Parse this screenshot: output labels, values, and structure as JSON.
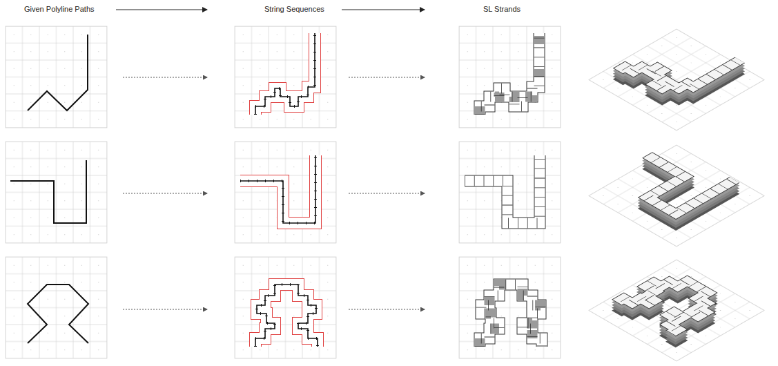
{
  "diagram": {
    "labels": [
      "Given Polyline Paths",
      "String Sequences",
      "SL Strands"
    ]
  }
}
